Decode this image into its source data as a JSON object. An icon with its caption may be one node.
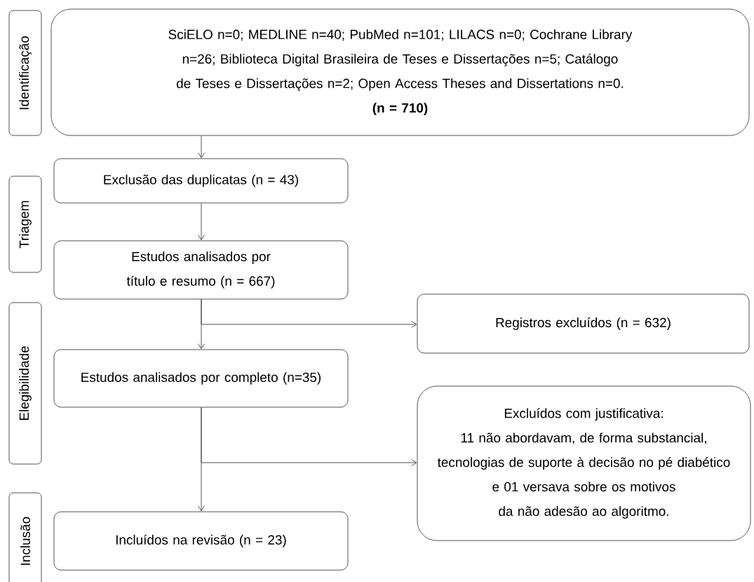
{
  "diagram": {
    "nodes": [
      {
        "text": [
          "Identificação"
        ]
      },
      {
        "text": [
          "SciELO n=0; MEDLINE n=40; PubMed n=101; LILACS n=0; Cochrane Library n=26; Biblioteca Digital Brasileira de Teses e Dissertações n=5; Catálogo de Teses e Dissertações n=2; Open Access Theses and Dissertations n=0.",
          "(n = 710)"
        ]
      },
      {
        "text": [
          "Triagem"
        ]
      },
      {
        "text": [
          "Exclusão das duplicatas (n = 43)"
        ]
      },
      {
        "text": [
          "Estudos analisados por título e resumo (n = 667)"
        ]
      },
      {
        "text": [
          "Registros excluídos (n = 632)"
        ]
      },
      {
        "text": [
          "Elegibilidade"
        ]
      },
      {
        "text": [
          "Estudos analisados por completo (n=35)"
        ]
      },
      {
        "text": [
          "Excluídos com justificativa:",
          "11 não abordavam, de forma substancial, tecnologias de suporte à decisão no pé diabético",
          "e 01 versava sobre os motivos da não adesão ao algoritmo."
        ]
      },
      {
        "text": [
          "Inclusão"
        ]
      },
      {
        "text": [
          "Incluídos na revisão (n = 23)"
        ]
      }
    ],
    "edges": [
      {
        "from": 1,
        "to": 3,
        "arrow": "to"
      },
      {
        "from": 3,
        "to": 4,
        "arrow": "to"
      },
      {
        "from": 4,
        "to": 7,
        "arrow": "to"
      },
      {
        "from": 4,
        "to": 5,
        "arrow": "to"
      },
      {
        "from": 7,
        "to": 10,
        "arrow": "to"
      },
      {
        "from": 7,
        "to": 8,
        "arrow": "to"
      }
    ]
  }
}
